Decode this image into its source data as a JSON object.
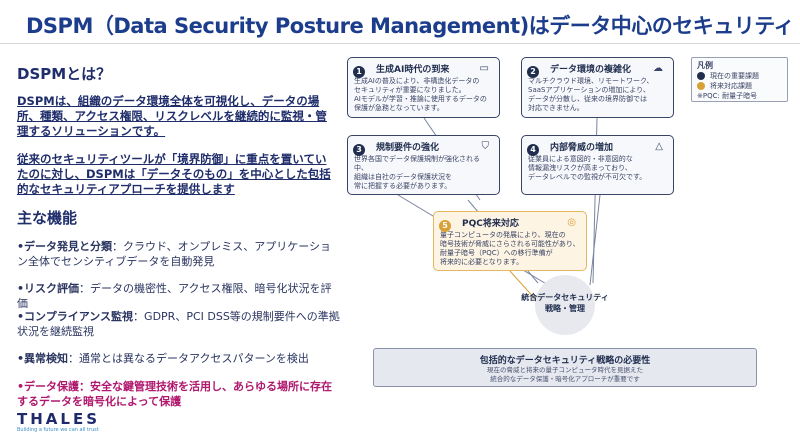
{
  "title": "DSPM（Data Security Posture Management)はデータ中心のセキュリティ",
  "left": {
    "what_heading": "DSPMとは？",
    "para1": "DSPMは、組織のデータ環境全体を可視化し、データの場所、種類、アクセス権限、リスクレベルを継続的に監視・管理するソリューションです。",
    "para2": "従来のセキュリティツールが「境界防御」に重点を置いていたのに対し、DSPMは「データそのもの」を中心とした包括的なセキュリティアプローチを提供します",
    "features_heading": "主な機能",
    "features": [
      {
        "label": "•データ発見と分類",
        "text": "：クラウド、オンプレミス、アプリケーション全体でセンシティブデータを自動発見"
      },
      {
        "label": "•リスク評価",
        "text": "：データの機密性、アクセス権限、暗号化状況を評価"
      },
      {
        "label": "•コンプライアンス監視",
        "text": "：GDPR、PCI DSS等の規制要件への準拠状況を継続監視"
      },
      {
        "label": "•異常検知",
        "text": "：通常とは異なるデータアクセスパターンを検出"
      },
      {
        "label": "•データ保護",
        "text": "：安全な鍵管理技術を活用し、あらゆる場所に存在するデータを暗号化によって保護"
      }
    ]
  },
  "cards": [
    {
      "num": "1",
      "title": "生成AI時代の到来",
      "icon": "monitor-icon",
      "body": "生成AIの普及により、非構造化データの\nセキュリティが重要になりました。\nAIモデルが学習・推論に使用するデータの\n保護が急務となっています。"
    },
    {
      "num": "2",
      "title": "データ環境の複雑化",
      "icon": "cloud-icon",
      "body": "マルチクラウド環境、リモートワーク、\nSaaSアプリケーションの増加により、\nデータが分散し、従来の境界防御では\n対応できません。"
    },
    {
      "num": "3",
      "title": "規制要件の強化",
      "icon": "shield-icon",
      "body": "世界各国でデータ保護規制が強化される中、\n組織は自社のデータ保護状況を\n常に把握する必要があります。"
    },
    {
      "num": "4",
      "title": "内部脅威の増加",
      "icon": "warning-icon",
      "body": "従業員による意図的・非意図的な\n情報漏洩リスクが高まっており、\nデータレベルでの監視が不可欠です。"
    },
    {
      "num": "5",
      "title": "PQC将来対応",
      "icon": "quantum-icon",
      "body": "量子コンピュータの発展により、現在の\n暗号技術が脅威にさらされる可能性があり、\n耐量子暗号（PQC）への移行準備が\n将来的に必要となります。"
    }
  ],
  "legend": {
    "title": "凡例",
    "current": "現在の重要課題",
    "future": "将来対応課題",
    "note": "※PQC: 耐量子暗号",
    "colors": {
      "current": "#1f2d4e",
      "future": "#d9a035"
    }
  },
  "hub": {
    "line1": "統合データセキュリティ",
    "line2": "戦略・管理"
  },
  "bottom": {
    "title": "包括的なデータセキュリティ戦略の必要性",
    "body": "現在の脅威と将来の量子コンピュータ時代を見据えた\n統合的なデータ保護・暗号化アプローチが重要です"
  },
  "logo": {
    "name": "THALES",
    "tagline": "Building a future we can all trust"
  }
}
